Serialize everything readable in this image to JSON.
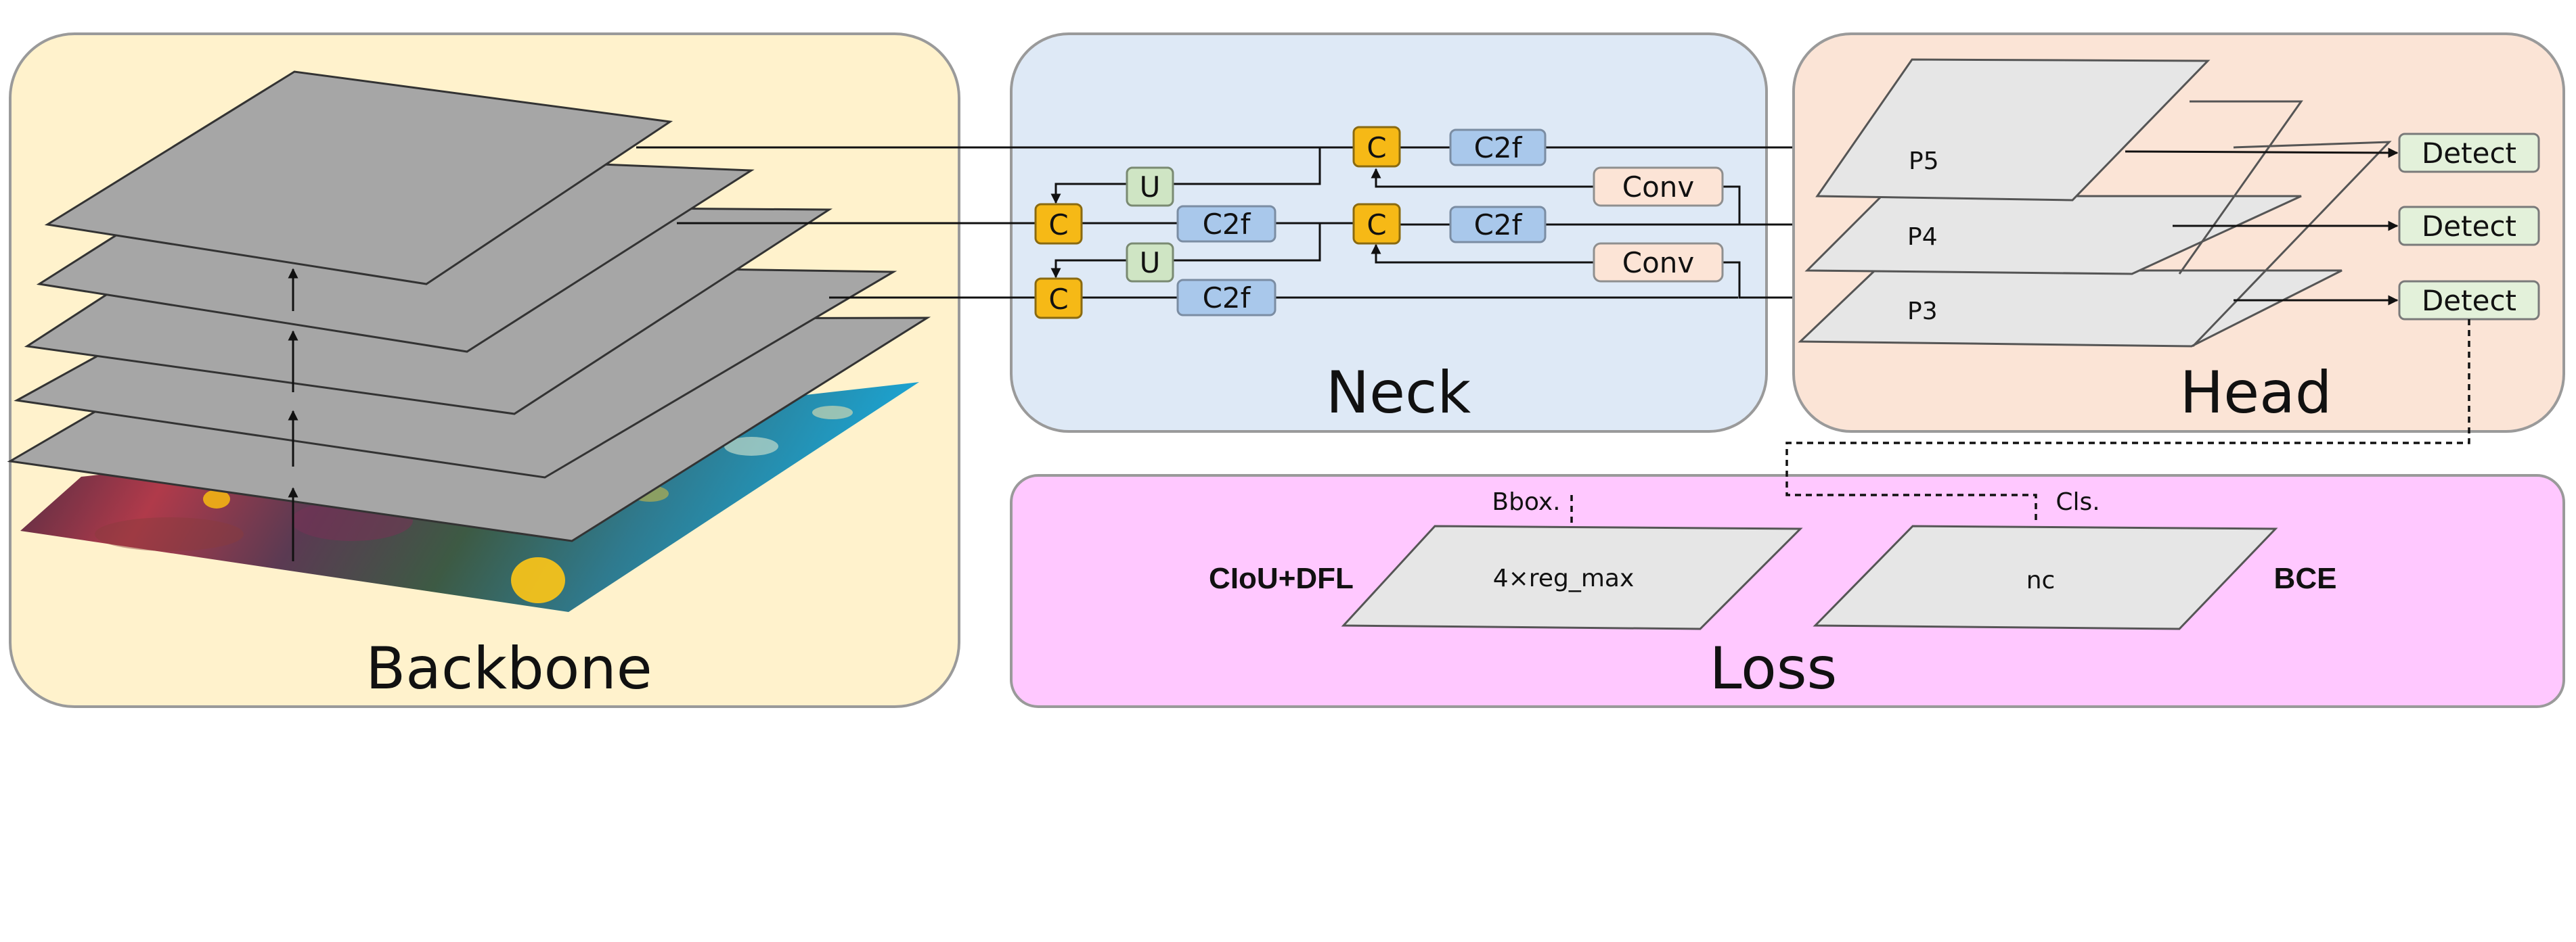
{
  "panels": {
    "backbone": "Backbone",
    "neck": "Neck",
    "head": "Head",
    "loss": "Loss"
  },
  "neck": {
    "concat": "C",
    "upsample": "U",
    "c2f": "C2f",
    "conv": "Conv"
  },
  "head": {
    "p5": "P5",
    "p4": "P4",
    "p3": "P3",
    "detect": "Detect"
  },
  "loss": {
    "bbox_label": "Bbox.",
    "cls_label": "Cls.",
    "bbox_branch": "4×reg_max",
    "cls_branch": "nc",
    "bbox_loss": "CIoU+DFL",
    "cls_loss": "BCE"
  },
  "colors": {
    "backbone_bg": "#fff2cc",
    "neck_bg": "#dee9f6",
    "head_bg": "#fbe4d6",
    "loss_bg": "#ffc8ff",
    "concat": "#f6b916",
    "upsample": "#cfe5c4",
    "c2f": "#a9c8eb",
    "conv": "#fce4d6",
    "detect": "#e3f1da",
    "feature_layer": "#a6a6a6",
    "head_layer": "#e6e6e6"
  }
}
